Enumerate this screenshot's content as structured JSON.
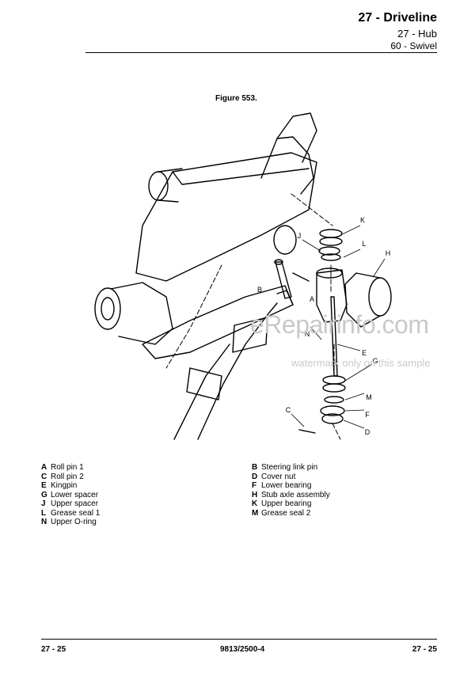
{
  "header": {
    "title": "27 - Driveline",
    "sub1": "27 - Hub",
    "sub2": "60 - Swivel"
  },
  "figure": {
    "caption": "Figure 553.",
    "callouts": [
      "K",
      "J",
      "L",
      "H",
      "B",
      "A",
      "N",
      "E",
      "G",
      "M",
      "F",
      "C",
      "D"
    ]
  },
  "legend_left": [
    {
      "key": "A",
      "label": "Roll pin 1"
    },
    {
      "key": "C",
      "label": "Roll pin 2"
    },
    {
      "key": "E",
      "label": "Kingpin"
    },
    {
      "key": "G",
      "label": "Lower spacer"
    },
    {
      "key": "J",
      "label": "Upper spacer"
    },
    {
      "key": "L",
      "label": "Grease seal 1"
    },
    {
      "key": "N",
      "label": "Upper O-ring"
    }
  ],
  "legend_right": [
    {
      "key": "B",
      "label": "Steering link pin"
    },
    {
      "key": "D",
      "label": "Cover nut"
    },
    {
      "key": "F",
      "label": "Lower bearing"
    },
    {
      "key": "H",
      "label": "Stub axle assembly"
    },
    {
      "key": "K",
      "label": "Upper bearing"
    },
    {
      "key": "M",
      "label": "Grease seal 2"
    }
  ],
  "watermark": {
    "main": "eRepairinfo.com",
    "sub": "watermark only on this sample"
  },
  "footer": {
    "left": "27 - 25",
    "center": "9813/2500-4",
    "right": "27 - 25"
  }
}
